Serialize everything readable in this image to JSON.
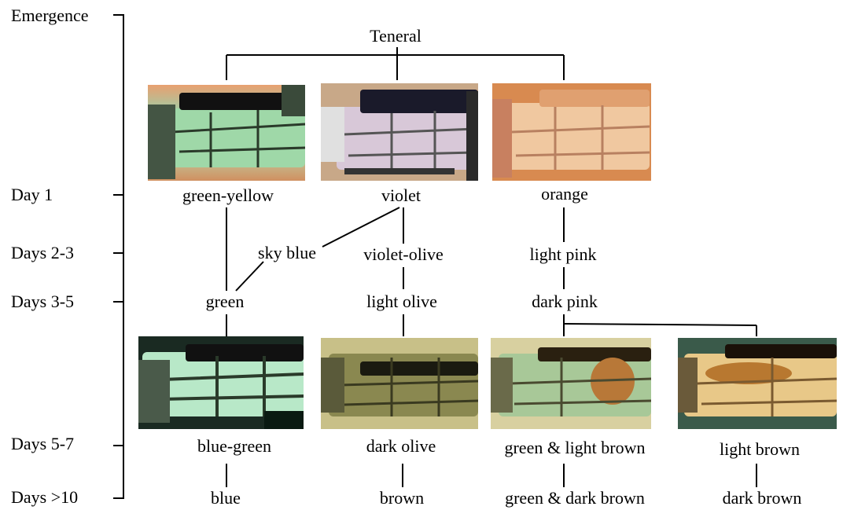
{
  "timeline": {
    "emergence": "Emergence",
    "day1": "Day 1",
    "days2_3": "Days 2-3",
    "days3_5": "Days 3-5",
    "days5_7": "Days 5-7",
    "days10": "Days >10"
  },
  "teneral": "Teneral",
  "stages": {
    "green_yellow": "green-yellow",
    "violet": "violet",
    "orange": "orange",
    "sky_blue": "sky blue",
    "violet_olive": "violet-olive",
    "light_pink": "light pink",
    "green": "green",
    "light_olive": "light olive",
    "dark_pink": "dark pink",
    "blue_green": "blue-green",
    "dark_olive": "dark olive",
    "green_light_brown": "green & light brown",
    "light_brown": "light brown",
    "blue": "blue",
    "brown": "brown",
    "green_dark_brown": "green & dark brown",
    "dark_brown": "dark brown"
  }
}
